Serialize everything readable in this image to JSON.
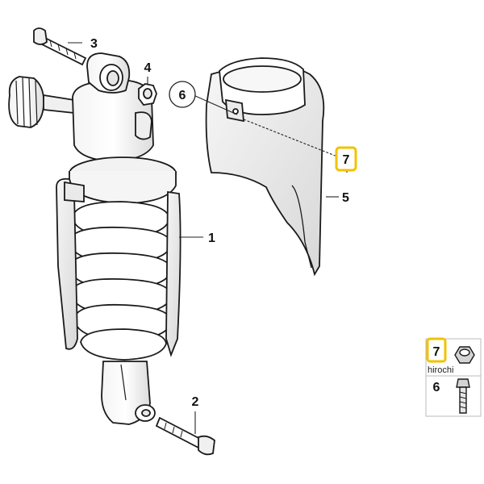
{
  "callouts": {
    "shock_absorber": "1",
    "lower_bolt": "2",
    "upper_bolt": "3",
    "upper_nut": "4",
    "protector": "5",
    "screw": "6",
    "nut": "7"
  },
  "legend": {
    "nut_number": "7",
    "screw_number": "6"
  },
  "watermark": "hirochi",
  "colors": {
    "highlight": "#f2c200",
    "line": "#1a1a1a",
    "part_fill": "#ffffff"
  }
}
